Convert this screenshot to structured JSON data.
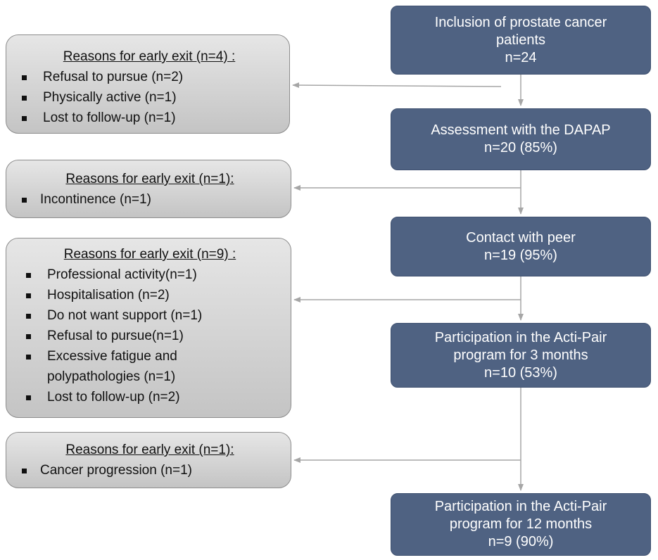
{
  "flow_steps": [
    {
      "lines": [
        "Inclusion of prostate cancer",
        "patients",
        "n=24"
      ]
    },
    {
      "lines": [
        "Assessment with the DAPAP",
        "n=20 (85%)"
      ]
    },
    {
      "lines": [
        "Contact with peer",
        "n=19 (95%)"
      ]
    },
    {
      "lines": [
        "Participation in the Acti-Pair",
        "program for 3 months",
        "n=10 (53%)"
      ]
    },
    {
      "lines": [
        "Participation in the Acti-Pair",
        "program for 12 months",
        "n=9 (90%)"
      ]
    }
  ],
  "exit_boxes": [
    {
      "title": "Reasons for early exit (n=4) :",
      "items": [
        "Refusal to pursue (n=2)",
        "Physically active (n=1)",
        "Lost to follow-up (n=1)"
      ]
    },
    {
      "title": "Reasons for early exit (n=1):",
      "items": [
        "Incontinence (n=1)"
      ]
    },
    {
      "title": "Reasons for early exit (n=9) :",
      "items": [
        "Professional activity(n=1)",
        "Hospitalisation (n=2)",
        "Do not want support (n=1)",
        "Refusal to pursue(n=1)",
        "Excessive fatigue and polypathologies (n=1)",
        "Lost to follow-up (n=2)"
      ]
    },
    {
      "title": "Reasons for early exit (n=1):",
      "items": [
        "Cancer progression (n=1)"
      ]
    }
  ],
  "colors": {
    "step_fill": "#4f6282",
    "exit_fill": "#d6d6d6",
    "connector": "#a6a6a6"
  }
}
